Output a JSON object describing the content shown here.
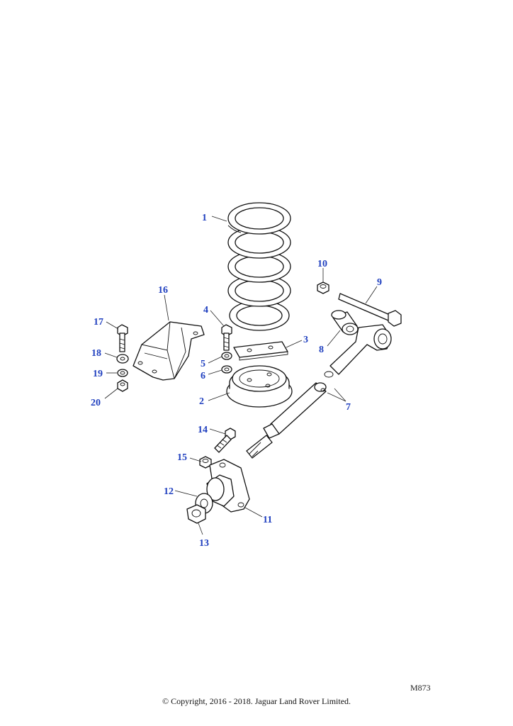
{
  "callouts": {
    "c1": "1",
    "c2": "2",
    "c3": "3",
    "c4": "4",
    "c5": "5",
    "c6": "6",
    "c7": "7",
    "c8": "8",
    "c9": "9",
    "c10": "10",
    "c11": "11",
    "c12": "12",
    "c13": "13",
    "c14": "14",
    "c15": "15",
    "c16": "16",
    "c17": "17",
    "c18": "18",
    "c19": "19",
    "c20": "20"
  },
  "drawing_code": "M873",
  "copyright": "© Copyright, 2016 - 2018. Jaguar Land Rover Limited.",
  "colors": {
    "callout": "#1f3fbf",
    "line": "#111111",
    "background": "#ffffff"
  }
}
